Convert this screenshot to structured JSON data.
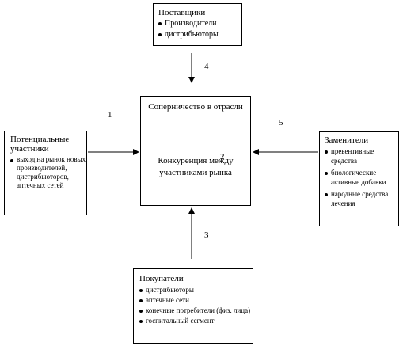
{
  "diagram": {
    "suppliers": {
      "title": "Поставщики",
      "items": [
        "Производители",
        "дистрибьюторы"
      ]
    },
    "rivalry": {
      "title": "Соперничество в отрасли",
      "inner": "Конкуренция между участниками рынка"
    },
    "entrants": {
      "title": "Потенциальные участники",
      "items": [
        "выход на рынок новых производителей, дистрибьюторов, аптечных сетей"
      ]
    },
    "substitutes": {
      "title": "Заменители",
      "items": [
        "превентивные средства",
        "биологические активные добавки",
        "народные средства лечения"
      ]
    },
    "buyers": {
      "title": "Покупатели",
      "items": [
        "дистрибьюторы",
        "аптечные сети",
        "конечные потребители (физ. лица)",
        "госпитальный сегмент"
      ]
    },
    "numbers": {
      "entrants": "1",
      "rivalry": "2",
      "buyers": "3",
      "suppliers": "4",
      "substitutes": "5"
    }
  }
}
